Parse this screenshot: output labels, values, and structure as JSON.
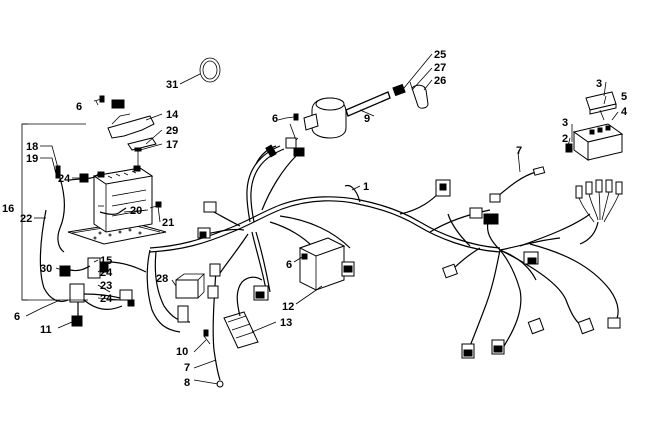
{
  "callouts": [
    {
      "id": "c1",
      "text": "1"
    },
    {
      "id": "c2",
      "text": "2"
    },
    {
      "id": "c3a",
      "text": "3"
    },
    {
      "id": "c3b",
      "text": "3"
    },
    {
      "id": "c4",
      "text": "4"
    },
    {
      "id": "c5",
      "text": "5"
    },
    {
      "id": "c6a",
      "text": "6"
    },
    {
      "id": "c6b",
      "text": "6"
    },
    {
      "id": "c6c",
      "text": "6"
    },
    {
      "id": "c6d",
      "text": "6"
    },
    {
      "id": "c7a",
      "text": "7"
    },
    {
      "id": "c7b",
      "text": "7"
    },
    {
      "id": "c8",
      "text": "8"
    },
    {
      "id": "c9",
      "text": "9"
    },
    {
      "id": "c10",
      "text": "10"
    },
    {
      "id": "c11",
      "text": "11"
    },
    {
      "id": "c12",
      "text": "12"
    },
    {
      "id": "c13",
      "text": "13"
    },
    {
      "id": "c14",
      "text": "14"
    },
    {
      "id": "c15",
      "text": "15"
    },
    {
      "id": "c16",
      "text": "16"
    },
    {
      "id": "c17",
      "text": "17"
    },
    {
      "id": "c18",
      "text": "18"
    },
    {
      "id": "c19",
      "text": "19"
    },
    {
      "id": "c20",
      "text": "20"
    },
    {
      "id": "c21",
      "text": "21"
    },
    {
      "id": "c22",
      "text": "22"
    },
    {
      "id": "c23",
      "text": "23"
    },
    {
      "id": "c24a",
      "text": "24"
    },
    {
      "id": "c24b",
      "text": "24"
    },
    {
      "id": "c24c",
      "text": "24"
    },
    {
      "id": "c25",
      "text": "25"
    },
    {
      "id": "c26",
      "text": "26"
    },
    {
      "id": "c27",
      "text": "27"
    },
    {
      "id": "c28",
      "text": "28"
    },
    {
      "id": "c29",
      "text": "29"
    },
    {
      "id": "c30",
      "text": "30"
    },
    {
      "id": "c31",
      "text": "31"
    }
  ]
}
